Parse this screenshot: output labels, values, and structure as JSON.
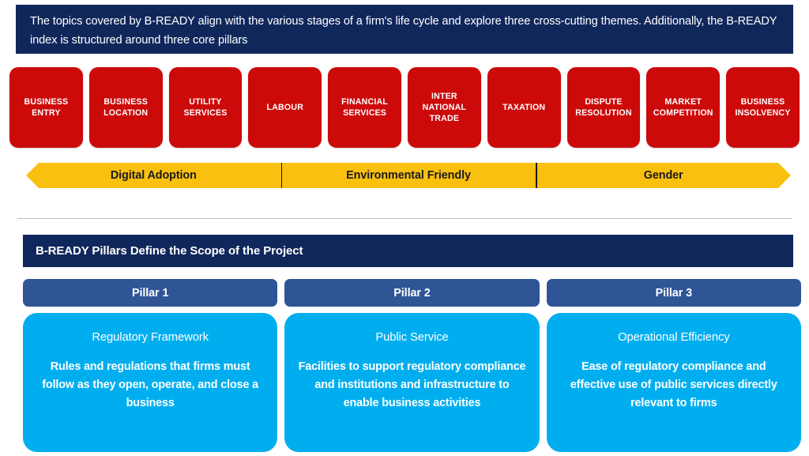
{
  "intro": {
    "text": "The topics covered by B-READY align with the various stages of a firm's life cycle and explore three cross-cutting themes. Additionally, the B-READY index is structured around three core pillars",
    "background_color": "#10275C",
    "text_color": "#FFFFFF"
  },
  "topics": {
    "box_color": "#CC0A0A",
    "items": [
      {
        "label": "BUSINESS\nENTRY"
      },
      {
        "label": "BUSINESS\nLOCATION"
      },
      {
        "label": "UTILITY\nSERVICES"
      },
      {
        "label": "LABOUR"
      },
      {
        "label": "FINANCIAL\nSERVICES"
      },
      {
        "label": "INTER\nNATIONAL\nTRADE"
      },
      {
        "label": "TAXATION"
      },
      {
        "label": "DISPUTE\nRESOLUTION"
      },
      {
        "label": "MARKET\nCOMPETITION"
      },
      {
        "label": "BUSINESS\nINSOLVENCY"
      }
    ]
  },
  "themes": {
    "band_color": "#FAC00F",
    "text_color": "#1A1A1A",
    "items": [
      {
        "label": "Digital Adoption"
      },
      {
        "label": "Environmental Friendly"
      },
      {
        "label": "Gender"
      }
    ]
  },
  "pillars_section": {
    "header": "B-READY Pillars Define the Scope of the Project",
    "header_color": "#10275C",
    "tab_color": "#2F5597",
    "card_color": "#00AEEF",
    "items": [
      {
        "tab": "Pillar 1",
        "title": "Regulatory Framework",
        "body": "Rules and regulations that firms must follow as they open, operate, and close a business"
      },
      {
        "tab": "Pillar 2",
        "title": "Public Service",
        "body": "Facilities to support regulatory compliance and institutions and infrastructure to enable business activities"
      },
      {
        "tab": "Pillar 3",
        "title": "Operational Efficiency",
        "body": "Ease of regulatory compliance and effective use of public services directly relevant to firms"
      }
    ]
  }
}
